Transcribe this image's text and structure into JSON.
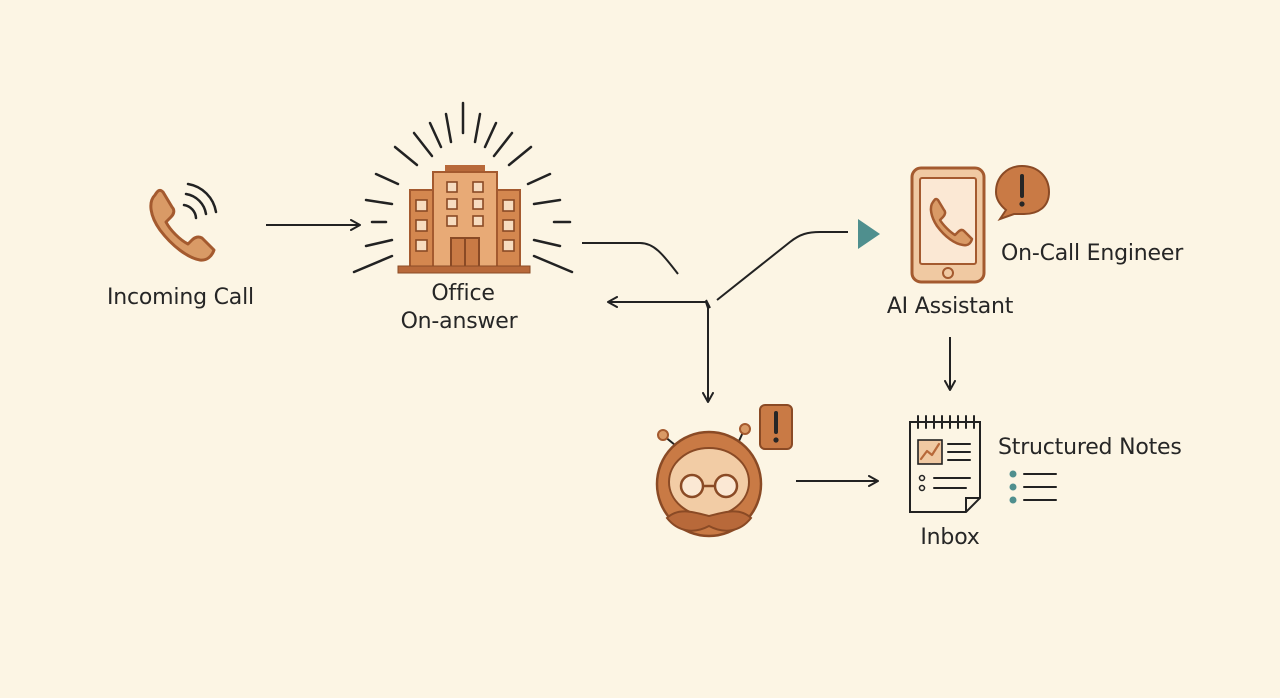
{
  "nodes": {
    "incoming_call": {
      "label": "Incoming Call",
      "icon": "phone-ringing-icon"
    },
    "office": {
      "label_line1": "Office",
      "label_line2": "On-answer",
      "icon": "office-building-icon"
    },
    "ai_assistant": {
      "label": "AI Assistant",
      "icon": "smartphone-icon"
    },
    "on_call_engineer": {
      "label": "On-Call Engineer",
      "icon": "alert-speech-bubble-icon"
    },
    "agent": {
      "icon": "robot-face-icon",
      "badge_icon": "alert-badge-icon"
    },
    "inbox": {
      "label": "Inbox",
      "icon": "notepad-document-icon"
    },
    "structured_notes": {
      "label": "Structured Notes",
      "icon": "bulleted-list-icon"
    }
  },
  "colors": {
    "background": "#fcf5e4",
    "accent_dark": "#b8693a",
    "accent_light": "#f0c9a2",
    "teal": "#4f8f8e",
    "line": "#222222"
  }
}
